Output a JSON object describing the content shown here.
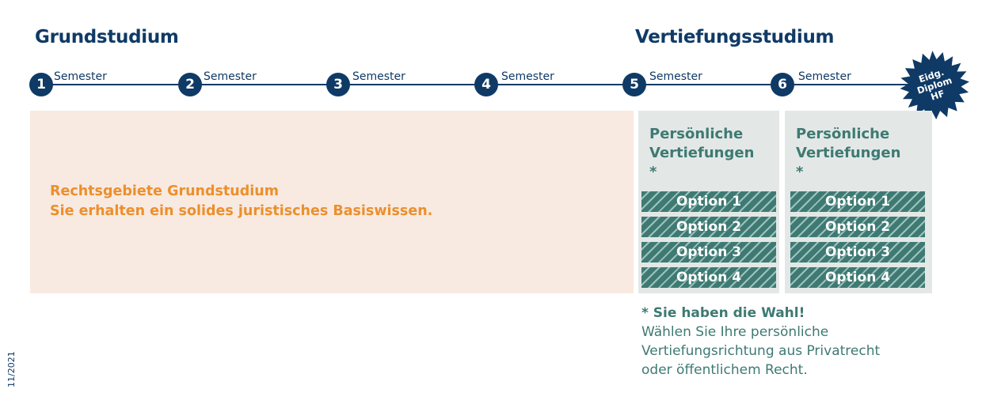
{
  "headings": {
    "grundstudium": "Grundstudium",
    "vertiefungsstudium": "Vertiefungsstudium"
  },
  "semesters": [
    {
      "num": "1",
      "label": "Semester"
    },
    {
      "num": "2",
      "label": "Semester"
    },
    {
      "num": "3",
      "label": "Semester"
    },
    {
      "num": "4",
      "label": "Semester"
    },
    {
      "num": "5",
      "label": "Semester"
    },
    {
      "num": "6",
      "label": "Semester"
    }
  ],
  "badge": {
    "line1": "Eidg.",
    "line2": "Diplom",
    "line3": "HF",
    "color": "#0f3a66"
  },
  "grund_block": {
    "line1": "Rechtsgebiete Grundstudium",
    "line2": "Sie erhalten ein solides juristisches Basiswissen."
  },
  "vert_columns": [
    {
      "title1": "Persönliche",
      "title2": "Vertiefungen",
      "star": "*",
      "options": [
        "Option 1",
        "Option 2",
        "Option 3",
        "Option 4"
      ]
    },
    {
      "title1": "Persönliche",
      "title2": "Vertiefungen",
      "star": "*",
      "options": [
        "Option 1",
        "Option 2",
        "Option 3",
        "Option 4"
      ]
    }
  ],
  "note": {
    "title": "* Sie haben die Wahl!",
    "line1": "Wählen Sie Ihre persönliche",
    "line2": "Vertiefungsrichtung aus Privatrecht",
    "line3": "oder öffentlichem Recht."
  },
  "date": "11/2021",
  "colors": {
    "navy": "#0f3a66",
    "orange": "#ec8f2d",
    "peach": "#f8eae0",
    "teal": "#3e7a73",
    "grey": "#e3e8e7"
  }
}
